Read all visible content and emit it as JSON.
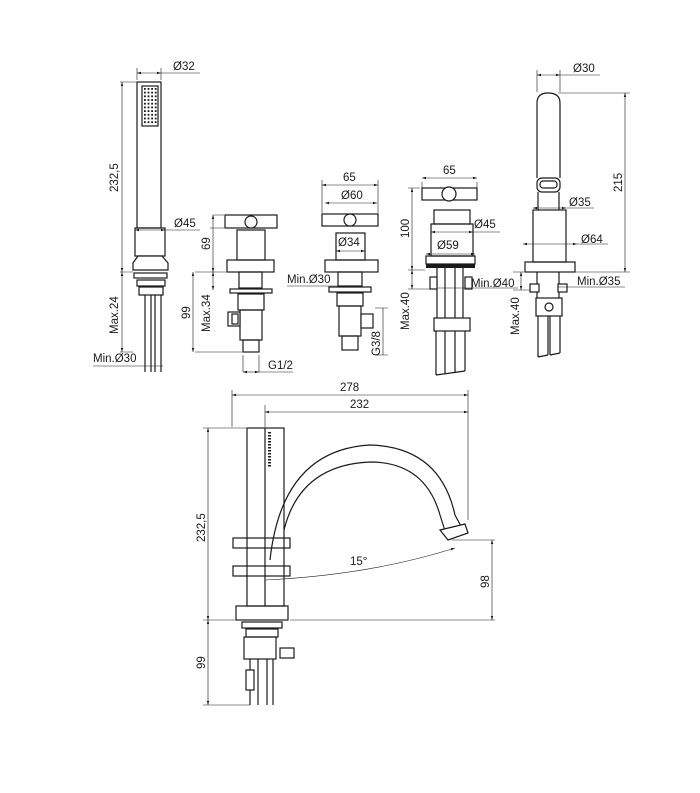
{
  "hand_shower": {
    "dia_top": "Ø32",
    "height": "232,5",
    "dia_collar": "Ø45",
    "max_deck": "Max.24",
    "min_hole": "Min.Ø30"
  },
  "valve_left": {
    "handle_height": "69",
    "below_deck": "99",
    "max_deck": "Max.34",
    "thread": "G1/2"
  },
  "valve_mid": {
    "handle_width": "65",
    "dia_flange": "Ø60",
    "dia_body": "Ø34",
    "min_hole": "Min.Ø30",
    "thread": "G3/8"
  },
  "diverter": {
    "handle_width": "65",
    "height": "100",
    "dia_body": "Ø45",
    "dia_base": "Ø59",
    "min_hole": "Min.Ø40",
    "max_deck": "Max.40"
  },
  "spout": {
    "dia_top": "Ø30",
    "height": "215",
    "dia_mid": "Ø35",
    "dia_base": "Ø64",
    "min_hole": "Min.Ø35",
    "max_deck": "Max.40"
  },
  "assembly": {
    "projection": "278",
    "reach": "232",
    "height": "232,5",
    "angle": "15°",
    "spout_height": "98",
    "below_deck": "99"
  }
}
